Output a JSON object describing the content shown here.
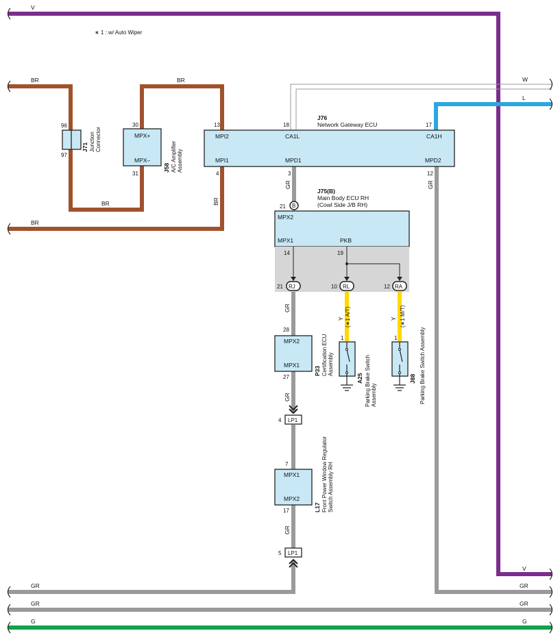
{
  "note": "∗ 1 : w/ Auto Wiper",
  "wires": {
    "v_top": "V",
    "v_bottom": "V",
    "br_top_left": "BR",
    "br_top_mid": "BR",
    "br_loop": "BR",
    "br_left_low": "BR",
    "br_vert": "BR",
    "w": "W",
    "l": "L",
    "gr": "GR",
    "g": "G",
    "y": "Y"
  },
  "colors": {
    "V": "#7b2d8e",
    "BR": "#a0522d",
    "W": "#bdbdbd",
    "L": "#29a8e0",
    "GR": "#9a9a9a",
    "G": "#0fa34a",
    "Y": "#ffd800",
    "box": "#c8e8f5",
    "shade": "#d6d6d6"
  },
  "j71": {
    "code": "J71",
    "name": "Junction\nConnector",
    "pin_top": "96",
    "pin_bottom": "97"
  },
  "j58": {
    "code": "J58",
    "name": "A/C Amplifier\nAssembly",
    "pin_top": "30",
    "pin_bottom": "31",
    "term_top": "MPX+",
    "term_bottom": "MPX–"
  },
  "j76": {
    "code": "J76",
    "name": "Network Gateway ECU",
    "pins": {
      "mpi2": "13",
      "ca1l": "18",
      "ca1h": "17",
      "mpi1": "4",
      "mpd1": "3",
      "mpd2": "12"
    },
    "terms": {
      "mpi2": "MPI2",
      "ca1l": "CA1L",
      "ca1h": "CA1H",
      "mpi1": "MPI1",
      "mpd1": "MPD1",
      "mpd2": "MPD2"
    }
  },
  "j75": {
    "code": "J75(B)",
    "name": "Main Body ECU RH",
    "sub": "(Cowl Side J/B RH)",
    "pin_in": "21",
    "conn_in": "B",
    "terms": {
      "mpx2": "MPX2",
      "mpx1": "MPX1",
      "pkb": "PKB"
    },
    "pins": {
      "mpx1": "14",
      "pkb": "19"
    }
  },
  "connectors": {
    "rj": {
      "pin": "21",
      "label": "RJ"
    },
    "rl": {
      "pin": "10",
      "label": "RL"
    },
    "ra": {
      "pin": "12",
      "label": "RA"
    }
  },
  "a25": {
    "code": "A25",
    "name": "Parking Brake Switch\nAssembly",
    "pin": "1",
    "opt": "(∗1 A/T)"
  },
  "j88": {
    "code": "J88",
    "name": "Parking Brake Switch Assembly",
    "pin": "1",
    "opt": "(∗1 M/T)"
  },
  "p33": {
    "code": "P33",
    "name": "Certification ECU\nAssembly",
    "pin_top": "28",
    "pin_bottom": "27",
    "term_top": "MPX2",
    "term_bottom": "MPX1"
  },
  "lp1_top": {
    "pin": "4",
    "label": "LP1"
  },
  "lp1_bottom": {
    "pin": "5",
    "label": "LP1"
  },
  "l17": {
    "code": "L17",
    "name": "Front Power Window Regulator\nSwitch Assembly RH",
    "pin_top": "7",
    "pin_bottom": "17",
    "term_top": "MPX1",
    "term_bottom": "MPX2"
  }
}
